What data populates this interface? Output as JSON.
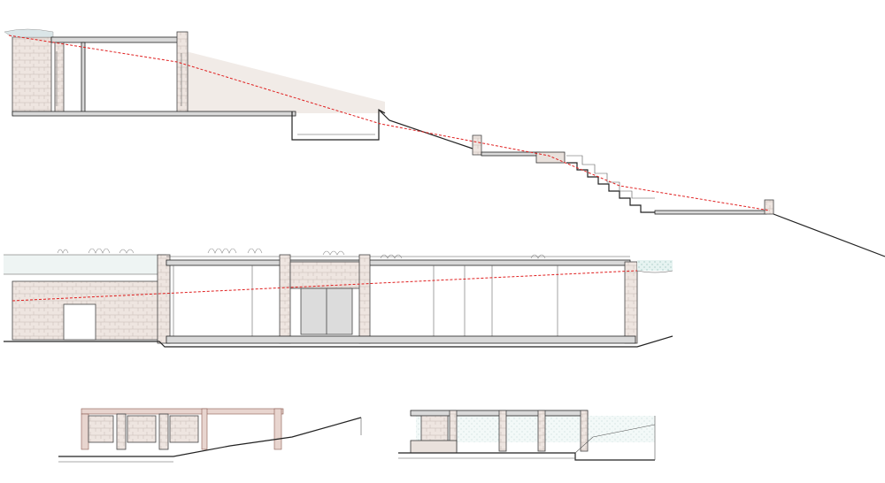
{
  "drawing": {
    "sections": [
      {
        "id": "section-a"
      },
      {
        "id": "section-b"
      },
      {
        "id": "section-c"
      },
      {
        "id": "section-d"
      }
    ]
  }
}
